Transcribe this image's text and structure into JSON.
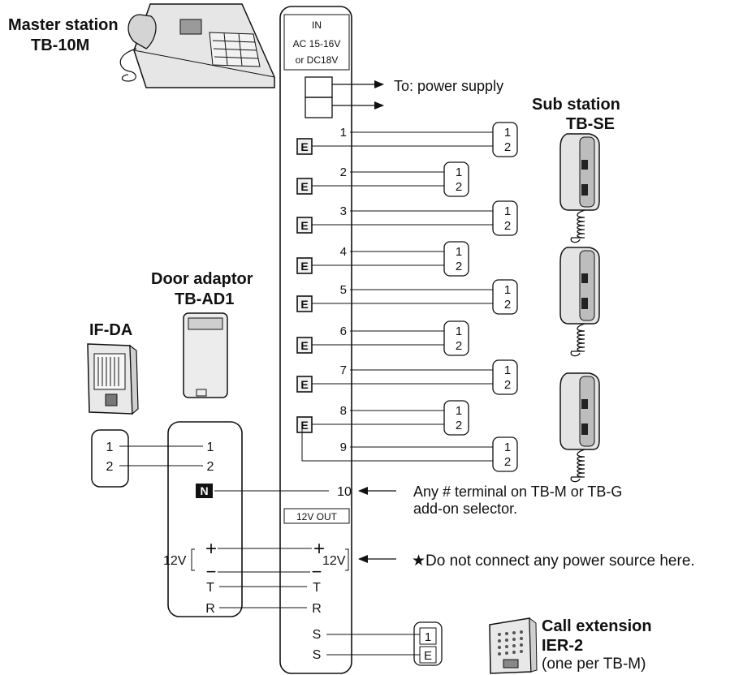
{
  "labels": {
    "master_line1": "Master station",
    "master_line2": "TB-10M",
    "sub_line1": "Sub station",
    "sub_line2": "TB-SE",
    "door_line1": "Door adaptor",
    "door_line2": "TB-AD1",
    "ifda": "IF-DA",
    "call_line1": "Call extension",
    "call_line2": "IER-2",
    "call_line3": "(one per TB-M)"
  },
  "power_in": {
    "line1": "IN",
    "line2": "AC 15-16V",
    "line3": "or DC18V",
    "to_supply": "To: power supply"
  },
  "terminals": {
    "e_mark": "E",
    "sub_one": "1",
    "sub_two": "2",
    "numbers": [
      "1",
      "2",
      "3",
      "4",
      "5",
      "6",
      "7",
      "8",
      "9"
    ]
  },
  "term10": {
    "number": "10",
    "note_line1": "Any # terminal on TB-M or TB-G",
    "note_line2": "add-on selector."
  },
  "out12v": "12V OUT",
  "power_rails": {
    "plus": "+",
    "minus": "−",
    "v12": "12V",
    "warning": "★Do not connect any power source here."
  },
  "door_terms": {
    "n": "N",
    "t": "T",
    "r": "R",
    "s": "S",
    "one": "1",
    "two": "2",
    "ext_one": "1",
    "ext_e": "E"
  }
}
